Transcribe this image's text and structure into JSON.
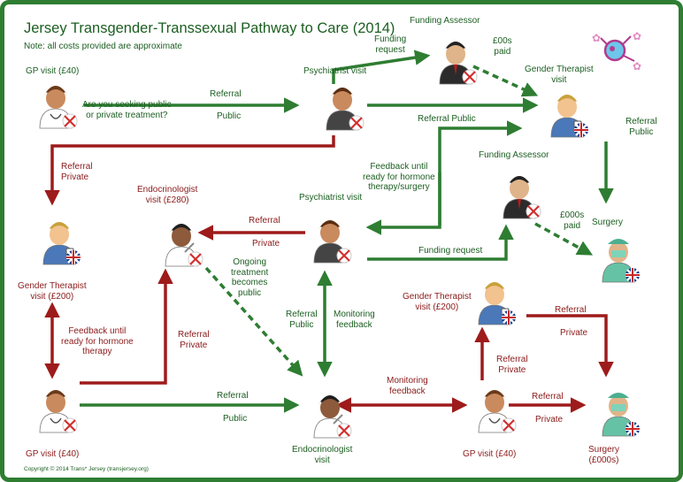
{
  "title": "Jersey Transgender-Transsexual Pathway to Care (2014)",
  "note": "Note: all costs provided are approximate",
  "copyright": "Copyright © 2014 Trans* Jersey (transjersey.org)",
  "nodes": {
    "gp_top": "GP visit (£40)",
    "question": [
      "Are you seeking public",
      "or private treatment?"
    ],
    "psych_top": "Psychiatrist visit",
    "funding_top": "Funding Assessor",
    "gender_top": [
      "Gender Therapist",
      "visit"
    ],
    "funding_mid": "Funding Assessor",
    "surgery_right": "Surgery",
    "endo_top": [
      "Endocrinologist",
      "visit (£280)"
    ],
    "psych_mid": "Psychiatrist visit",
    "gender_left": [
      "Gender Therapist",
      "visit (£200)"
    ],
    "gender_right": [
      "Gender Therapist",
      "visit (£200)"
    ],
    "gp_bottom_left": "GP visit (£40)",
    "endo_bottom": [
      "Endocrinologist",
      "visit"
    ],
    "gp_bottom_right": "GP visit (£40)",
    "surgery_bottom": [
      "Surgery",
      "(£000s)"
    ]
  },
  "edges": {
    "referral_top": "Referral",
    "public_top": "Public",
    "funding_request_top": [
      "Funding",
      "request"
    ],
    "paid_top": [
      "£00s",
      "paid"
    ],
    "referral_public_mid": "Referral Public",
    "referral_public_right": [
      "Referral",
      "Public"
    ],
    "referral_private_left": [
      "Referral",
      "Private"
    ],
    "feedback_mid": [
      "Feedback until",
      "ready for hormone",
      "therapy/surgery"
    ],
    "referral_private_endo": [
      "Referral",
      "Private"
    ],
    "paid_mid": [
      "£000s",
      "paid"
    ],
    "funding_request_mid": "Funding request",
    "ongoing": [
      "Ongoing",
      "treatment",
      "becomes",
      "public"
    ],
    "referral_public_vert": [
      "Referral",
      "Public"
    ],
    "monitoring_vert": [
      "Monitoring",
      "feedback"
    ],
    "feedback_left": [
      "Feedback until",
      "ready for hormone",
      "therapy"
    ],
    "referral_private_gp": [
      "Referral",
      "Private"
    ],
    "referral_public_bottom": [
      "Referral",
      "Public"
    ],
    "monitoring_bottom": [
      "Monitoring",
      "feedback"
    ],
    "referral_private_gp_right": [
      "Referral",
      "Private"
    ],
    "referral_private_surgery_top": [
      "Referral",
      "Private"
    ],
    "referral_private_surgery_bottom": [
      "Referral",
      "Private"
    ]
  },
  "colors": {
    "green": "#1b5e20",
    "green_arrow": "#2e7d32",
    "red": "#8b1a1a",
    "red_arrow": "#9e1b1b",
    "border": "#2e7d32"
  }
}
